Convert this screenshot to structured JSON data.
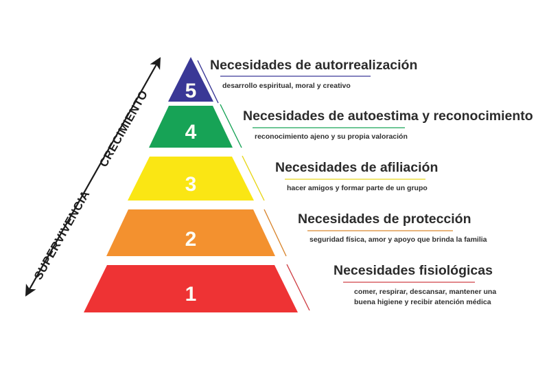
{
  "diagram": {
    "title_text": "",
    "background": "#ffffff",
    "axes": [
      {
        "name": "crecimiento",
        "label": "CRECIMIENTO",
        "direction": "up",
        "color": "#1d1d1d"
      },
      {
        "name": "supervivencia",
        "label": "SUPERVIVENCIA",
        "direction": "down",
        "color": "#1d1d1d"
      }
    ],
    "levels": [
      {
        "number": "5",
        "title": "Necesidades de autorrealización",
        "subtitle_lines": [
          "desarrollo espiritual, moral y creativo"
        ],
        "color": "#3a3896",
        "rule_color": "#3a3896",
        "shape": "triangle"
      },
      {
        "number": "4",
        "title": "Necesidades de autoestima y reconocimiento",
        "subtitle_lines": [
          "reconocimiento ajeno y su propia valoración"
        ],
        "color": "#17a356",
        "rule_color": "#17a356",
        "shape": "trapezoid"
      },
      {
        "number": "3",
        "title": "Necesidades de afiliación",
        "subtitle_lines": [
          "hacer amigos y formar parte de un grupo"
        ],
        "color": "#fae614",
        "rule_color": "#e8d61a",
        "shape": "trapezoid"
      },
      {
        "number": "2",
        "title": "Necesidades de protección",
        "subtitle_lines": [
          "seguridad física, amor y apoyo que brinda la familia"
        ],
        "color": "#f3912f",
        "rule_color": "#d9862f",
        "shape": "trapezoid"
      },
      {
        "number": "1",
        "title": "Necesidades fisiológicas",
        "subtitle_lines": [
          "comer, respirar, descansar, mantener una",
          "buena higiene y recibir atención médica"
        ],
        "color": "#ee3334",
        "rule_color": "#cf4046",
        "shape": "trapezoid"
      }
    ]
  }
}
